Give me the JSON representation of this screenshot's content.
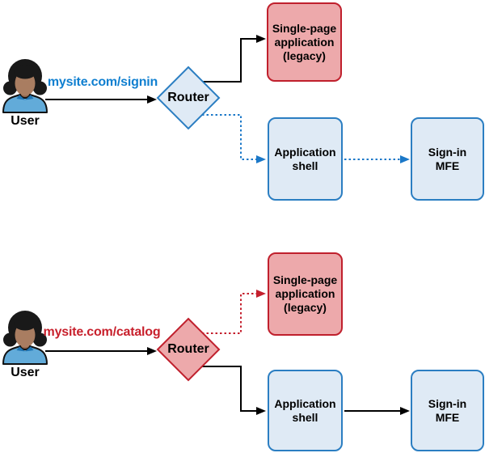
{
  "colors": {
    "red-border": "#c0202d",
    "red-fill": "#eda9ab",
    "blue-border": "#2b7ec2",
    "blue-fill": "#dfeaf5",
    "arrow-blue": "#1b78c8",
    "arrow-red": "#c41f2d",
    "url-blue": "#0f7fd0",
    "url-red": "#c8202c",
    "line-black": "#000000"
  },
  "icons": {
    "user": "user-icon",
    "router": "diamond-decision-shape",
    "arrowhead": "triangle-arrowhead"
  },
  "diagram": {
    "scenarios": [
      {
        "user_label": "User",
        "request_url": "mysite.com/signin",
        "router_label": "Router",
        "boxes": {
          "legacy_spa": "Single-page\napplication\n(legacy)",
          "app_shell": "Application\nshell",
          "signin_mfe": "Sign-in\nMFE"
        }
      },
      {
        "user_label": "User",
        "request_url": "mysite.com/catalog",
        "router_label": "Router",
        "boxes": {
          "legacy_spa": "Single-page\napplication\n(legacy)",
          "app_shell": "Application\nshell",
          "signin_mfe": "Sign-in\nMFE"
        }
      }
    ]
  }
}
